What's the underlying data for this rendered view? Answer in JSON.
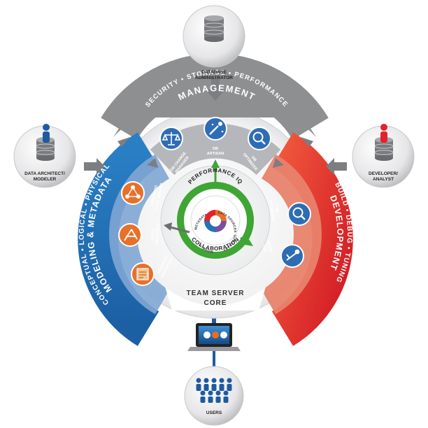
{
  "roles": {
    "dba": "DATABASE ADMINISTRATOR",
    "dba_l1": "DATABASE",
    "dba_l2": "ADMINISTRATOR",
    "architect_l1": "DATA ARCHITECT/",
    "architect_l2": "MODELER",
    "developer_l1": "DEVELOPER/",
    "developer_l2": "ANALYST",
    "users": "USERS"
  },
  "management": {
    "subtitle": "SECURITY  •  STORAGE  •  PERFORMANCE",
    "title": "MANAGEMENT",
    "tools": [
      {
        "l1": "DB CHANGE",
        "l2": "MANAGER",
        "icon": "scales-icon"
      },
      {
        "l1": "DB",
        "l2": "ARTISAN",
        "icon": "wand-icon"
      },
      {
        "l1": "DB",
        "l2": "OPTIMIZER",
        "icon": "magnifier-icon"
      }
    ]
  },
  "modeling": {
    "subtitle": "CONCEPTUAL  •  LOGICAL  •  PHYSICAL",
    "title": "MODELING & METADATA",
    "tools": [
      {
        "l1": "ER/STUDIO",
        "l2": "TEAM SERVER",
        "icon": "network-icon"
      },
      {
        "l1": "DATA",
        "l2": "ARCHITECT",
        "icon": "drafting-icon"
      },
      {
        "l1": "BUSINESS",
        "l2": "ARCHITECT",
        "icon": "blueprint-icon"
      }
    ]
  },
  "development": {
    "subtitle": "BUILD  •  DEBUG  •  TUNING",
    "title": "DEVELOPMENT",
    "tools": [
      {
        "l1": "DB",
        "l2": "OPTIMIZER",
        "icon": "magnifier-icon"
      },
      {
        "l1": "RAPID",
        "l2": "SQL",
        "icon": "diver-icon"
      }
    ]
  },
  "core": {
    "l1": "TEAM SERVER",
    "l2": "CORE"
  },
  "hub": {
    "top": "PERFORMANCE IQ",
    "bottom": "COLLABORATION",
    "inner": [
      "METADATA",
      "DATA SOURCES",
      "GLOSSARY",
      "MODELS"
    ]
  },
  "colors": {
    "management": "#8e8f91",
    "modeling": "#2273b8",
    "modeling_light": "#7fa6d4",
    "development": "#e2242a",
    "development_light": "#e8826c",
    "hub_green": "#3fa535",
    "tool_circle": "#2e6db3",
    "tool_circle_orange": "#e8702a"
  }
}
